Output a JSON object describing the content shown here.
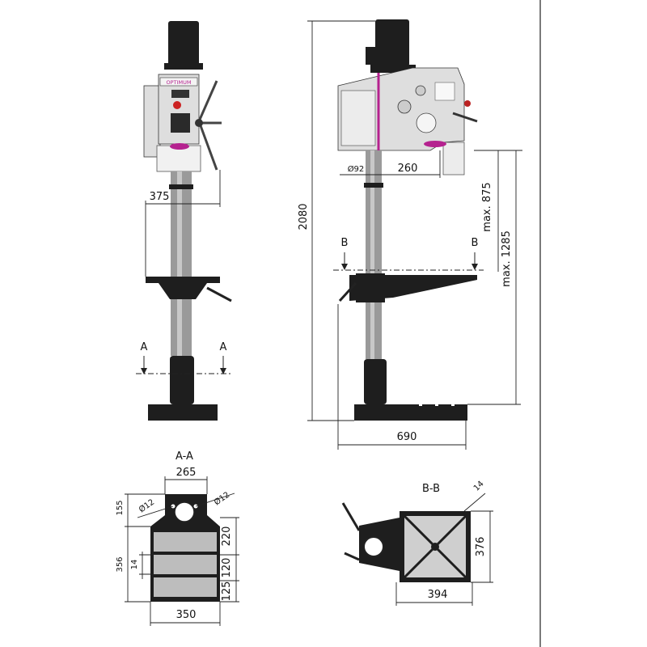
{
  "front_view": {
    "dim_width": "375",
    "section_label_a_left": "A",
    "section_label_a_right": "A",
    "brand_label": "OPTIMUM"
  },
  "side_view": {
    "dim_height": "2080",
    "dim_spindle_dia": "Ø92",
    "dim_reach": "260",
    "dim_stroke": "max. 875",
    "dim_table_travel": "max. 1285",
    "dim_base_length": "690",
    "section_label_b_left": "B",
    "section_label_b_right": "B"
  },
  "section_aa": {
    "title": "A-A",
    "dim_top_width": "265",
    "dim_hole_left": "Ø12",
    "dim_hole_right": "Ø12",
    "dim_left_top": "155",
    "dim_left_total": "356",
    "dim_slot": "14",
    "dim_right_220": "220",
    "dim_right_120": "120",
    "dim_right_125": "125",
    "dim_bottom_width": "350"
  },
  "section_bb": {
    "title": "B-B",
    "dim_slot": "14",
    "dim_height": "376",
    "dim_width": "394"
  },
  "colors": {
    "accent": "#b5228f",
    "casting": "#1e1e1e",
    "housing": "#dedede"
  }
}
